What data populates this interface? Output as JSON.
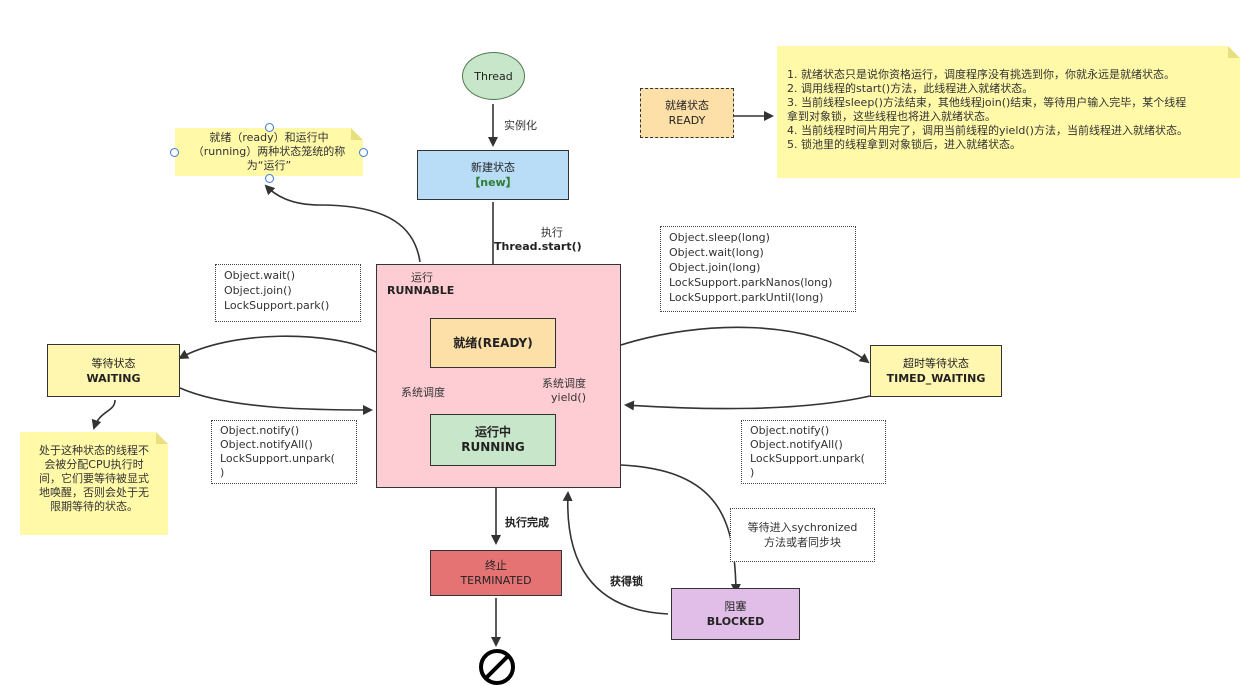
{
  "thread": "Thread",
  "edge_instantiate": "实例化",
  "new_state": {
    "title": "新建状态",
    "tag": "【new】"
  },
  "edge_start": {
    "line1": "执行",
    "line2": "Thread.start()"
  },
  "runnable": {
    "title": "运行",
    "name": "RUNNABLE"
  },
  "ready_inner": "就绪(READY)",
  "running_inner": {
    "title": "运行中",
    "name": "RUNNING"
  },
  "sched_left": "系统调度",
  "sched_right": {
    "line1": "系统调度",
    "line2": "yield()"
  },
  "edge_finish": "执行完成",
  "terminated": {
    "title": "终止",
    "name": "TERMINATED"
  },
  "acquire_lock": "获得锁",
  "blocked": {
    "title": "阻塞",
    "name": "BLOCKED"
  },
  "blocked_note": {
    "line1": "等待进入sychronized",
    "line2": "方法或者同步块"
  },
  "waiting": {
    "title": "等待状态",
    "name": "WAITING"
  },
  "wait_calls": [
    "Object.wait()",
    "Object.join()",
    "LockSupport.park()"
  ],
  "wait_wakeup": [
    "Object.notify()",
    "Object.notifyAll()",
    "LockSupport.unpark(",
    ")"
  ],
  "waiting_note": [
    "处于这种状态的线程不",
    "会被分配CPU执行时",
    "间，它们要等待被显式",
    "地唤醒，否则会处于无",
    "限期等待的状态。"
  ],
  "timed": {
    "title": "超时等待状态",
    "name": "TIMED_WAITING"
  },
  "timed_calls": [
    "Object.sleep(long)",
    "Object.wait(long)",
    "Object.join(long)",
    "LockSupport.parkNanos(long)",
    "LockSupport.parkUntil(long)"
  ],
  "timed_wakeup": [
    "Object.notify()",
    "Object.notifyAll()",
    "LockSupport.unpark(",
    ")"
  ],
  "running_note": [
    "就绪（ready）和运行中",
    "（running）两种状态笼统的称",
    "为“运行”"
  ],
  "ready_legend": {
    "title": "就绪状态",
    "name": "READY"
  },
  "ready_notes": [
    "1. 就绪状态只是说你资格运行，调度程序没有挑选到你，你就永远是就绪状态。",
    "2. 调用线程的start()方法，此线程进入就绪状态。",
    "3. 当前线程sleep()方法结束，其他线程join()结束，等待用户输入完毕，某个线程",
    "拿到对象锁，这些线程也将进入就绪状态。",
    "4. 当前线程时间片用完了，调用当前线程的yield()方法，当前线程进入就绪状态。",
    "5. 锁池里的线程拿到对象锁后，进入就绪状态。"
  ],
  "colors": {
    "new": "#b9dcf7",
    "runnable": "#fecdd3",
    "ready": "#fddfa8",
    "running": "#c8e6c9",
    "terminated": "#e57373",
    "blocked": "#e1bee7",
    "waiting": "#fff7b0",
    "note": "#fff9a8"
  }
}
